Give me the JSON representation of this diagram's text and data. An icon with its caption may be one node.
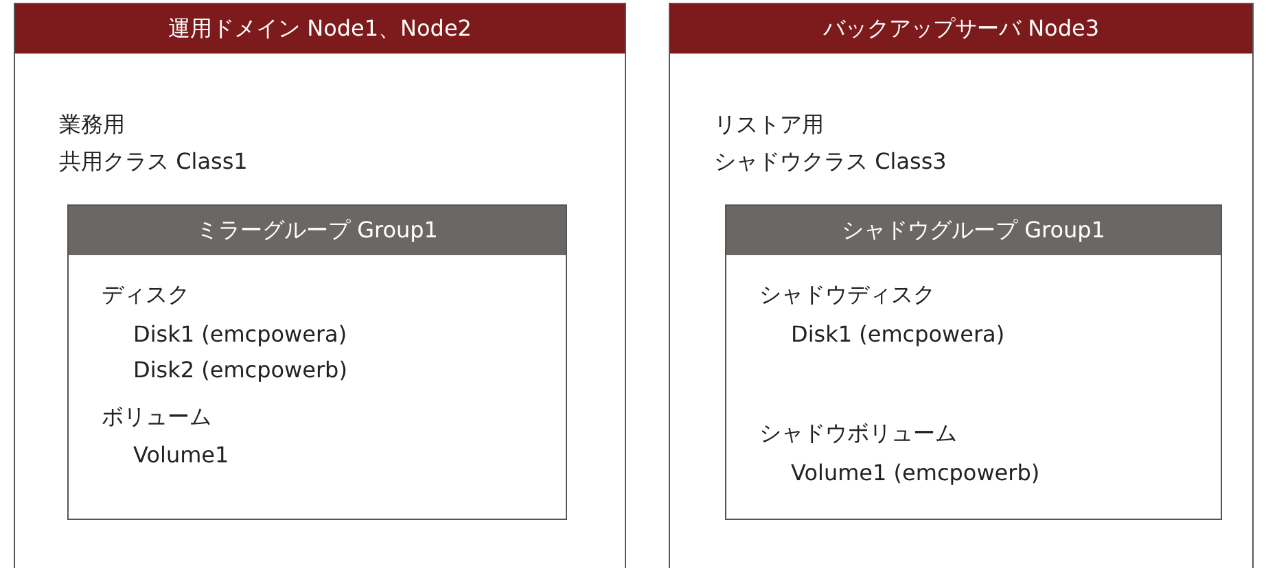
{
  "diagram": {
    "nodes": [
      {
        "text": [
          "運用ドメイン Node1、Node2",
          "業務用",
          "共用クラス Class1"
        ]
      },
      {
        "text": [
          "ミラーグループ Group1",
          "ディスク",
          "Disk1 (emcpowera)",
          "Disk2 (emcpowerb)",
          "ボリューム",
          "Volume1"
        ],
        "in": 0
      },
      {
        "text": [
          "バックアップサーバ Node3",
          "リストア用",
          "シャドウクラス Class3"
        ]
      },
      {
        "text": [
          "シャドウグループ Group1",
          "シャドウディスク",
          "Disk1 (emcpowera)",
          "シャドウボリューム",
          "Volume1 (emcpowerb)"
        ],
        "in": 2
      }
    ],
    "edges": []
  }
}
